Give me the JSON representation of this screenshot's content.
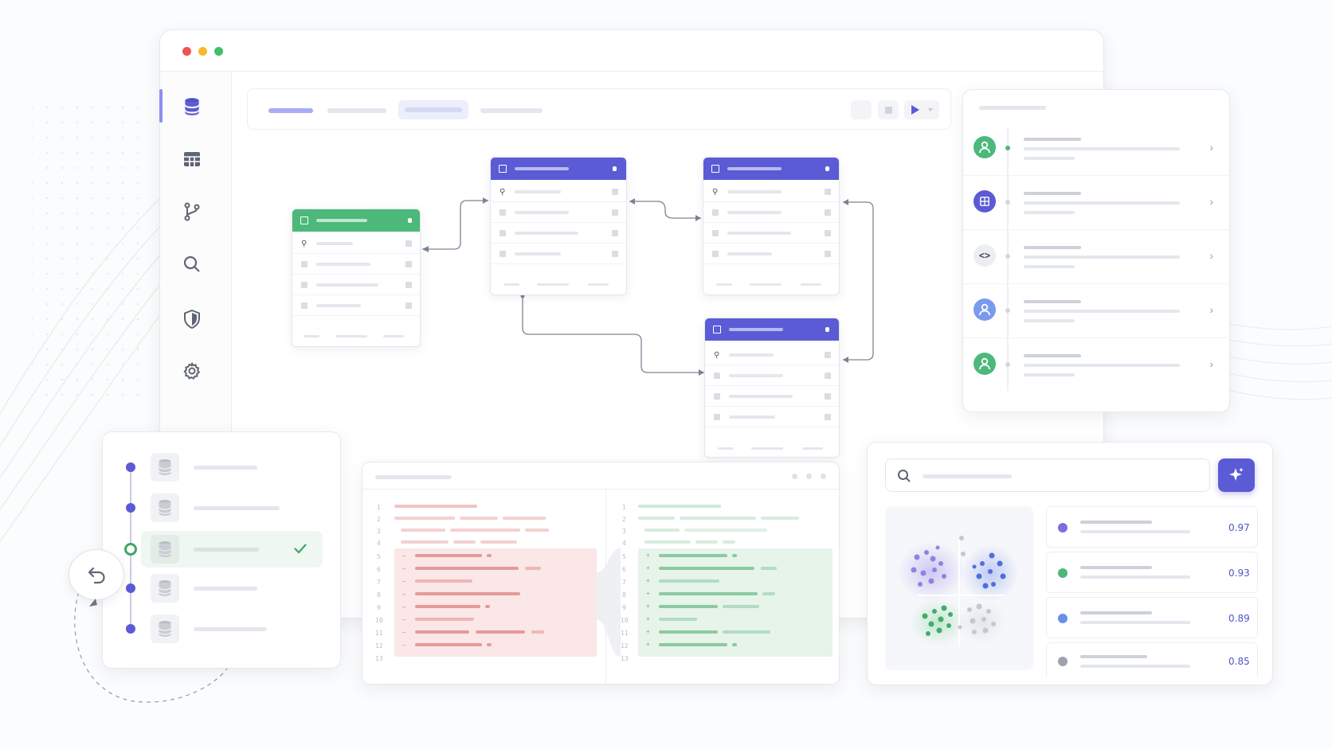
{
  "window": {
    "traffic_lights": [
      "#ef5350",
      "#f5b82e",
      "#3fbf6a"
    ]
  },
  "colors": {
    "accent": "#5b5bd6",
    "green": "#4cb87a",
    "blue": "#6a8fe8",
    "gray": "#9ca3af"
  },
  "sidebar": {
    "items": [
      {
        "icon": "database-icon",
        "active": true
      },
      {
        "icon": "table-icon"
      },
      {
        "icon": "branch-icon"
      },
      {
        "icon": "search-icon"
      },
      {
        "icon": "shield-icon"
      },
      {
        "icon": "gear-icon"
      }
    ]
  },
  "toolbar": {
    "tabs": 4,
    "active_tab": 2,
    "actions": [
      "blank",
      "stop",
      "play"
    ]
  },
  "activity_panel": {
    "items": [
      {
        "icon": "user-icon",
        "color": "green"
      },
      {
        "icon": "table-icon",
        "color": "accent"
      },
      {
        "icon": "code-icon",
        "color": "gray"
      },
      {
        "icon": "user-icon",
        "color": "blue"
      },
      {
        "icon": "user-icon",
        "color": "green"
      }
    ]
  },
  "history_panel": {
    "selected": 2
  },
  "diff_panel": {
    "left_lines": [
      "1",
      "2",
      "3",
      "4",
      "5",
      "6",
      "7",
      "8",
      "9",
      "10",
      "11",
      "12",
      "13"
    ],
    "right_lines": [
      "1",
      "2",
      "3",
      "4",
      "5",
      "6",
      "7",
      "8",
      "9",
      "10",
      "11",
      "12",
      "13"
    ]
  },
  "search_panel": {
    "results": [
      {
        "color": "#7b6fe0",
        "score": "0.97"
      },
      {
        "color": "#4cb87a",
        "score": "0.93"
      },
      {
        "color": "#6a8fe8",
        "score": "0.89"
      },
      {
        "color": "#9ca3af",
        "score": "0.85"
      }
    ]
  }
}
